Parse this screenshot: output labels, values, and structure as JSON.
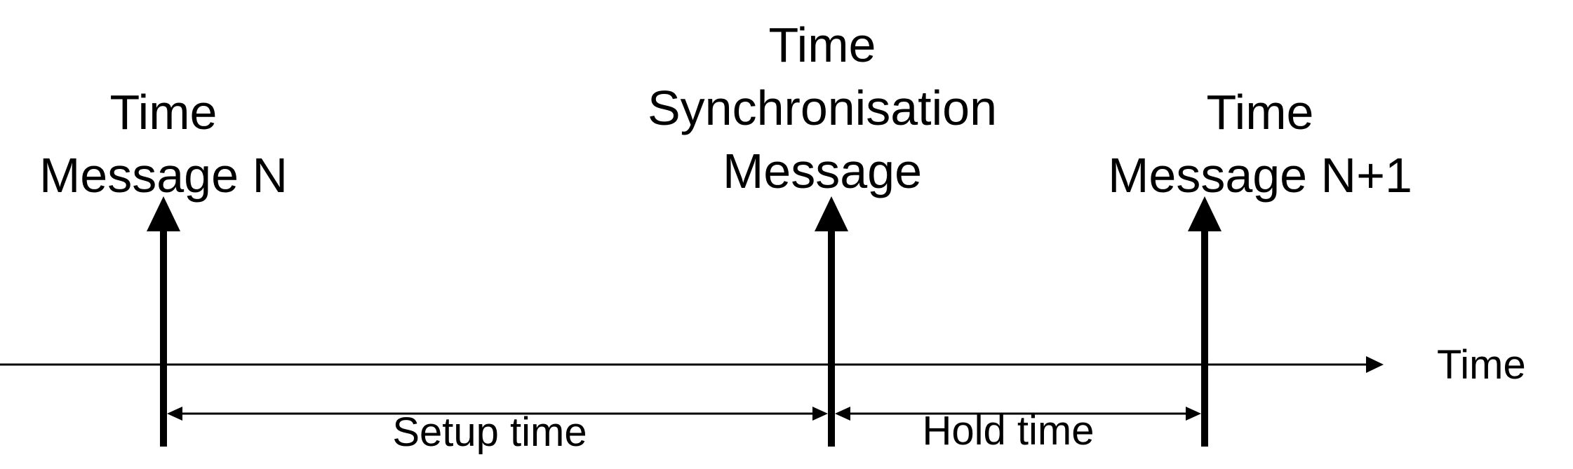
{
  "events": [
    {
      "id": "time-message-n",
      "lines": [
        "Time",
        "Message N"
      ]
    },
    {
      "id": "time-sync-message",
      "lines": [
        "Time",
        "Synchronisation",
        "Message"
      ]
    },
    {
      "id": "time-message-n1",
      "lines": [
        "Time",
        "Message N+1"
      ]
    }
  ],
  "axis": {
    "label": "Time"
  },
  "intervals": [
    {
      "id": "setup-time",
      "label": "Setup time"
    },
    {
      "id": "hold-time",
      "label": "Hold time"
    }
  ]
}
